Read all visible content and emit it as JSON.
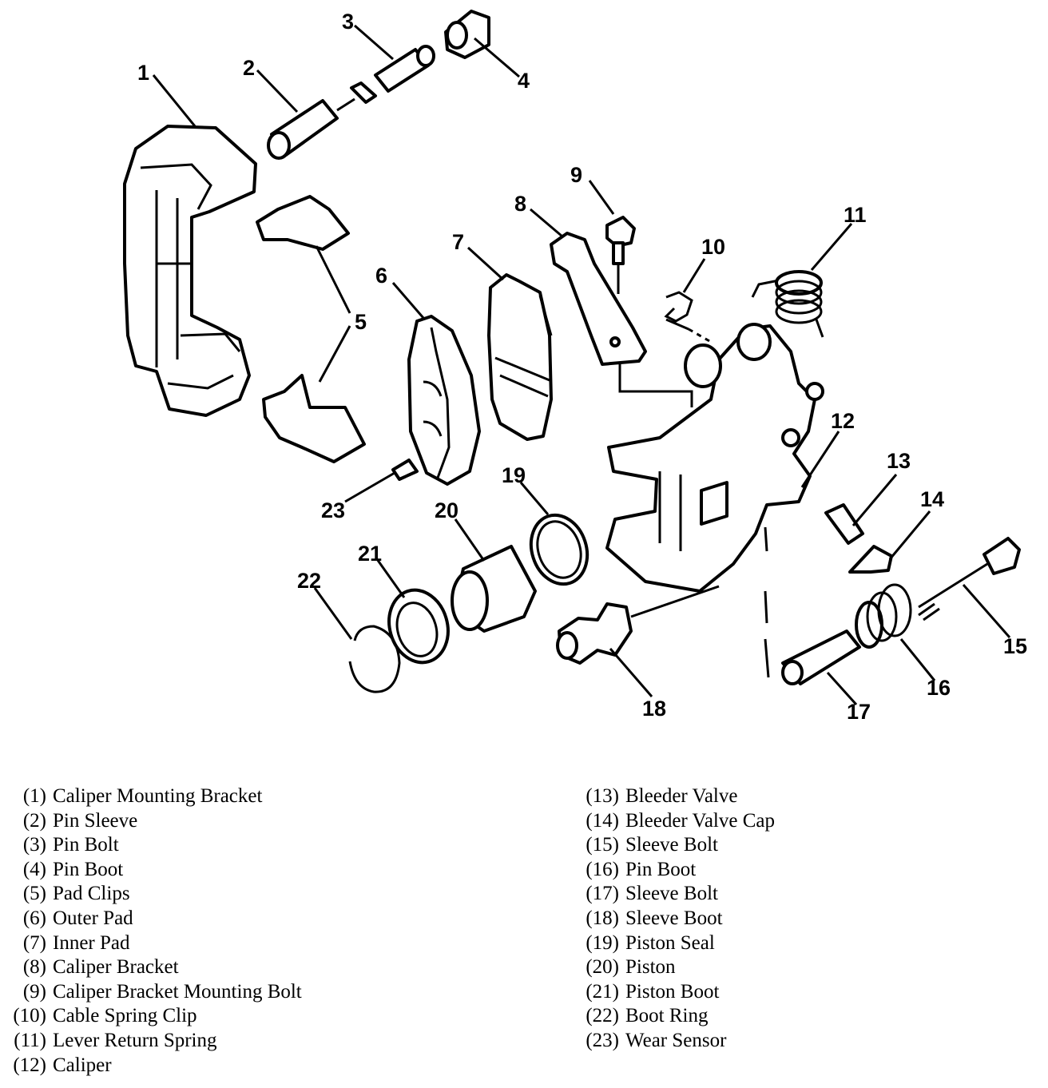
{
  "callouts": [
    {
      "id": "1",
      "label": "1"
    },
    {
      "id": "2",
      "label": "2"
    },
    {
      "id": "3",
      "label": "3"
    },
    {
      "id": "4",
      "label": "4"
    },
    {
      "id": "5",
      "label": "5"
    },
    {
      "id": "6",
      "label": "6"
    },
    {
      "id": "7",
      "label": "7"
    },
    {
      "id": "8",
      "label": "8"
    },
    {
      "id": "9",
      "label": "9"
    },
    {
      "id": "10",
      "label": "10"
    },
    {
      "id": "11",
      "label": "11"
    },
    {
      "id": "12",
      "label": "12"
    },
    {
      "id": "13",
      "label": "13"
    },
    {
      "id": "14",
      "label": "14"
    },
    {
      "id": "15",
      "label": "15"
    },
    {
      "id": "16",
      "label": "16"
    },
    {
      "id": "17",
      "label": "17"
    },
    {
      "id": "18",
      "label": "18"
    },
    {
      "id": "19",
      "label": "19"
    },
    {
      "id": "20",
      "label": "20"
    },
    {
      "id": "21",
      "label": "21"
    },
    {
      "id": "22",
      "label": "22"
    },
    {
      "id": "23",
      "label": "23"
    }
  ],
  "legend": {
    "left": [
      {
        "num": "(1)",
        "text": "Caliper Mounting Bracket"
      },
      {
        "num": "(2)",
        "text": "Pin Sleeve"
      },
      {
        "num": "(3)",
        "text": "Pin Bolt"
      },
      {
        "num": "(4)",
        "text": "Pin Boot"
      },
      {
        "num": "(5)",
        "text": "Pad Clips"
      },
      {
        "num": "(6)",
        "text": "Outer Pad"
      },
      {
        "num": "(7)",
        "text": "Inner Pad"
      },
      {
        "num": "(8)",
        "text": "Caliper Bracket"
      },
      {
        "num": "(9)",
        "text": "Caliper Bracket Mounting Bolt"
      },
      {
        "num": "(10)",
        "text": "Cable Spring Clip"
      },
      {
        "num": "(11)",
        "text": "Lever Return Spring"
      },
      {
        "num": "(12)",
        "text": "Caliper"
      }
    ],
    "right": [
      {
        "num": "(13)",
        "text": "Bleeder Valve"
      },
      {
        "num": "(14)",
        "text": "Bleeder Valve Cap"
      },
      {
        "num": "(15)",
        "text": "Sleeve Bolt"
      },
      {
        "num": "(16)",
        "text": "Pin Boot"
      },
      {
        "num": "(17)",
        "text": "Sleeve Bolt"
      },
      {
        "num": "(18)",
        "text": "Sleeve Boot"
      },
      {
        "num": "(19)",
        "text": "Piston Seal"
      },
      {
        "num": "(20)",
        "text": "Piston"
      },
      {
        "num": "(21)",
        "text": "Piston Boot"
      },
      {
        "num": "(22)",
        "text": "Boot Ring"
      },
      {
        "num": "(23)",
        "text": "Wear Sensor"
      }
    ]
  }
}
